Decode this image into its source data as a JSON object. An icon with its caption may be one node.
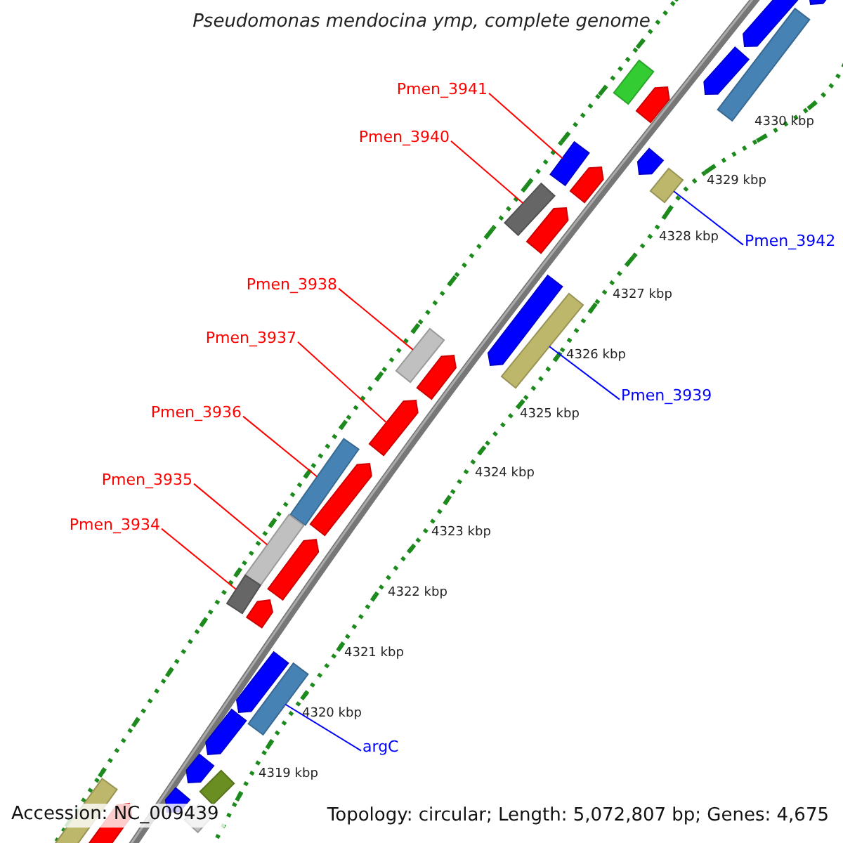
{
  "diagram": {
    "title": "Pseudomonas mendocina ymp, complete genome",
    "nodes": [
      {
        "text": [
          "Pmen_3941"
        ]
      },
      {
        "text": [
          "Pmen_3940"
        ]
      },
      {
        "text": [
          "Pmen_3942"
        ]
      },
      {
        "text": [
          "Pmen_3938"
        ]
      },
      {
        "text": [
          "Pmen_3937"
        ]
      },
      {
        "text": [
          "Pmen_3939"
        ]
      },
      {
        "text": [
          "Pmen_3936"
        ]
      },
      {
        "text": [
          "Pmen_3935"
        ]
      },
      {
        "text": [
          "Pmen_3934"
        ]
      },
      {
        "text": [
          "argC"
        ]
      },
      {
        "text": [],
        "shape": "arrow"
      },
      {
        "text": [],
        "shape": "arrow"
      },
      {
        "text": [],
        "shape": "bar"
      },
      {
        "text": [],
        "shape": "arrow"
      },
      {
        "text": [],
        "shape": "bar"
      },
      {
        "text": [],
        "shape": "arrow"
      },
      {
        "text": [],
        "shape": "bar"
      },
      {
        "text": [],
        "shape": "arrow"
      },
      {
        "text": [],
        "shape": "bar"
      },
      {
        "text": [],
        "shape": "arrow"
      },
      {
        "text": [],
        "shape": "bar"
      },
      {
        "text": [],
        "shape": "arrow"
      },
      {
        "text": [],
        "shape": "arrow"
      },
      {
        "text": [],
        "shape": "bar"
      },
      {
        "text": [],
        "shape": "bar"
      },
      {
        "text": [],
        "shape": "arrow"
      },
      {
        "text": [],
        "shape": "arrow"
      },
      {
        "text": [],
        "shape": "bar"
      },
      {
        "text": [],
        "shape": "arrow"
      },
      {
        "text": [],
        "shape": "bar"
      },
      {
        "text": [],
        "shape": "arrow"
      },
      {
        "text": [],
        "shape": "bar"
      },
      {
        "text": [],
        "shape": "arrow"
      },
      {
        "text": [],
        "shape": "arrow"
      },
      {
        "text": [],
        "shape": "bar"
      },
      {
        "text": [],
        "shape": "arrow"
      },
      {
        "text": [],
        "shape": "arrow"
      },
      {
        "text": [],
        "shape": "bar"
      },
      {
        "text": [],
        "shape": "arrow"
      },
      {
        "text": [],
        "shape": "bar"
      },
      {
        "text": [],
        "shape": "bar"
      },
      {
        "text": [],
        "shape": "arrow"
      }
    ],
    "edges": [
      {
        "from": 0,
        "to": 16,
        "arrow": "none"
      },
      {
        "from": 1,
        "to": 20,
        "arrow": "none"
      },
      {
        "from": 2,
        "to": 18,
        "arrow": "none",
        "color": "#0000ff"
      },
      {
        "from": 3,
        "to": 24,
        "arrow": "none"
      },
      {
        "from": 4,
        "to": 26,
        "arrow": "none"
      },
      {
        "from": 5,
        "to": 23,
        "arrow": "none",
        "color": "#0000ff"
      },
      {
        "from": 6,
        "to": 27,
        "arrow": "none"
      },
      {
        "from": 7,
        "to": 29,
        "arrow": "none"
      },
      {
        "from": 8,
        "to": 31,
        "arrow": "none"
      },
      {
        "from": 9,
        "to": 34,
        "arrow": "none",
        "color": "#0000ff"
      }
    ],
    "labels": [
      "4330 kbp",
      "4329 kbp",
      "4328 kbp",
      "4327 kbp",
      "4326 kbp",
      "4325 kbp",
      "4324 kbp",
      "4323 kbp",
      "4322 kbp",
      "4321 kbp",
      "4320 kbp",
      "4319 kbp",
      "Accession: NC_009439",
      "Topology: circular; Length: 5,072,807 bp; Genes: 4,675"
    ]
  }
}
